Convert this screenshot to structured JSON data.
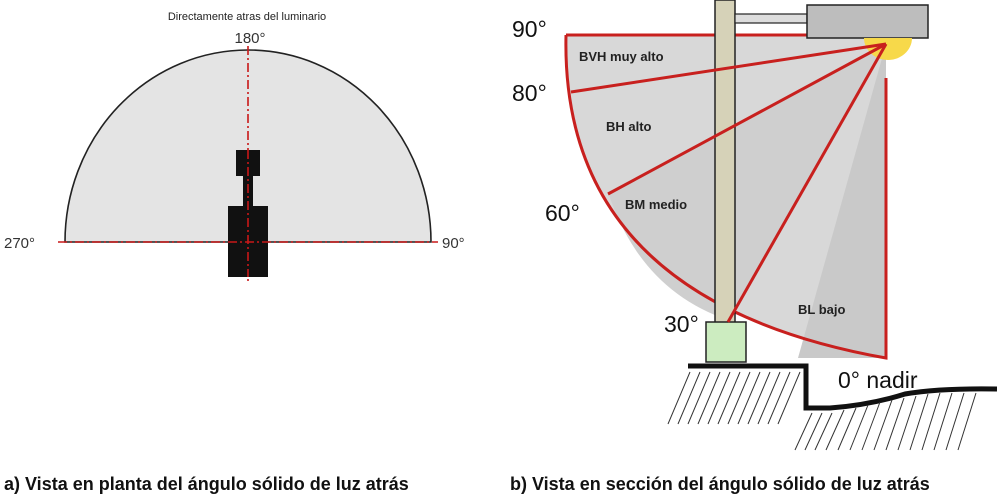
{
  "plan_view": {
    "top_note": "Directamente atras del luminario",
    "angle_top": "180°",
    "angle_left": "270°",
    "angle_right": "90°"
  },
  "section_view": {
    "angle_90": "90°",
    "angle_80": "80°",
    "angle_60": "60°",
    "angle_30": "30°",
    "angle_0": "0° nadir",
    "zone_bvh": "BVH muy alto",
    "zone_bh": "BH alto",
    "zone_bm": "BM medio",
    "zone_bl": "BL bajo"
  },
  "captions": {
    "a": "a) Vista en planta del ángulo sólido de luz atrás",
    "b": "b) Vista en sección del ángulo sólido de luz atrás"
  },
  "colors": {
    "red_line": "#c8201e",
    "dash_line": "#c81818",
    "fill_light": "#e4e4e4",
    "fill_section": "#d8d8d8",
    "pole": "#d6d2b8",
    "pole_base": "#ccecc0",
    "lamp_glow": "#f7d94a"
  }
}
